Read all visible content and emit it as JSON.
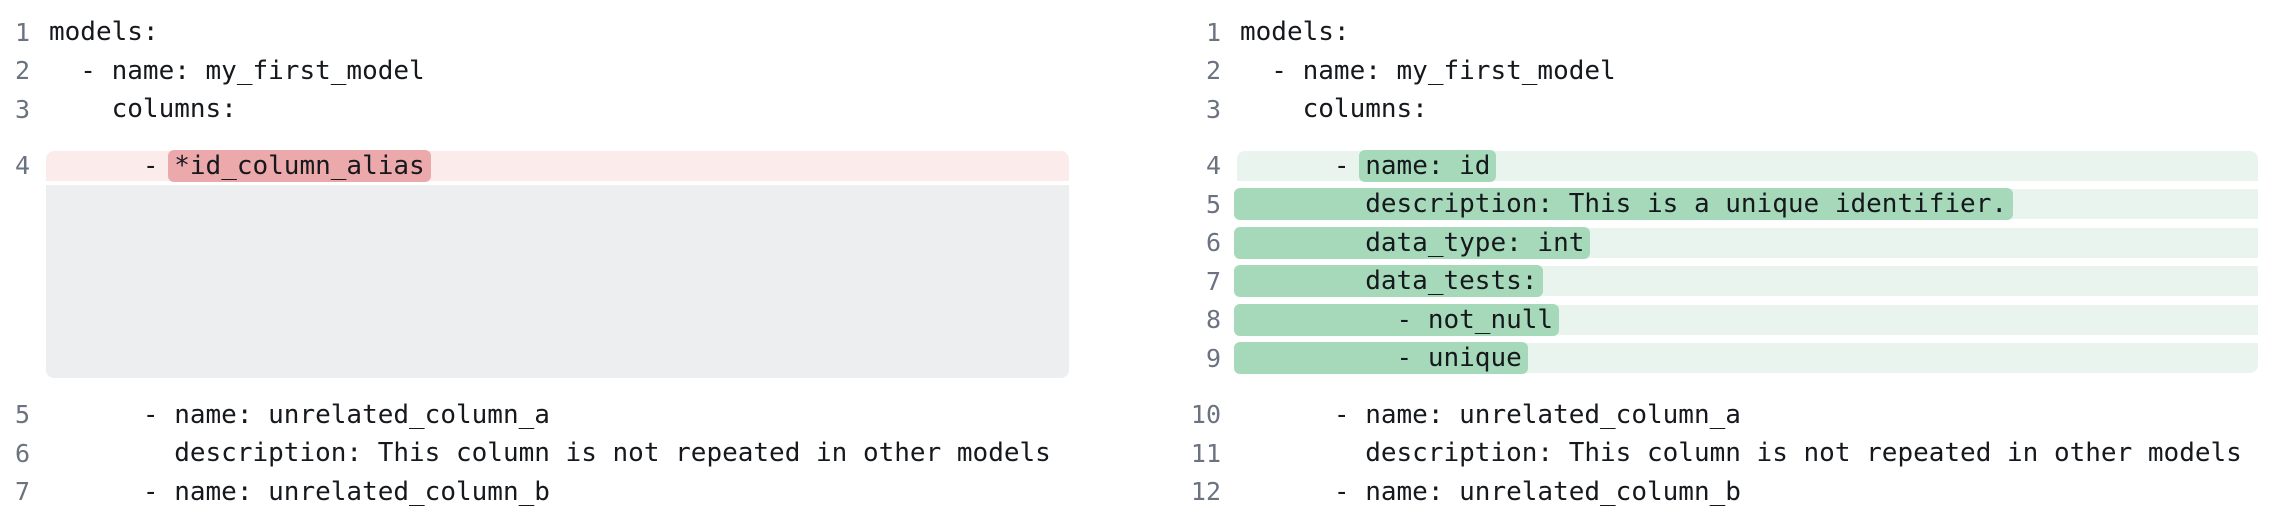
{
  "view": {
    "kind": "side-by-side-yaml-diff",
    "colors": {
      "background": "#ffffff",
      "code_text_color": "#15181c",
      "line_number_color": "#6b7280",
      "removed_line_bg": "#fcebeb",
      "removed_token_bg": "#eba9ab",
      "added_line_bg": "#eaf4ee",
      "added_token_bg": "#a6d8ba",
      "spacer_bg": "#eceef0"
    },
    "left_pane": {
      "sections": [
        {
          "kind": "plain",
          "lines": [
            {
              "num": "1",
              "segments": [
                {
                  "text": "models:"
                }
              ]
            },
            {
              "num": "2",
              "segments": [
                {
                  "text": "  - name: my_first_model"
                }
              ]
            },
            {
              "num": "3",
              "segments": [
                {
                  "text": "    columns:"
                }
              ]
            }
          ]
        },
        {
          "kind": "chunk",
          "variant": "removed",
          "lines": [
            {
              "num": "4",
              "segments": [
                {
                  "text": "      - "
                },
                {
                  "text": "*id_column_alias",
                  "mark": true
                }
              ]
            }
          ],
          "spacer_rows": 5
        },
        {
          "kind": "plain",
          "lines": [
            {
              "num": "5",
              "segments": [
                {
                  "text": "      - name: unrelated_column_a"
                }
              ]
            },
            {
              "num": "6",
              "segments": [
                {
                  "text": "        description: This column is not repeated in other models"
                }
              ]
            },
            {
              "num": "7",
              "segments": [
                {
                  "text": "      - name: unrelated_column_b"
                }
              ]
            }
          ]
        }
      ]
    },
    "right_pane": {
      "sections": [
        {
          "kind": "plain",
          "lines": [
            {
              "num": "1",
              "segments": [
                {
                  "text": "models:"
                }
              ]
            },
            {
              "num": "2",
              "segments": [
                {
                  "text": "  - name: my_first_model"
                }
              ]
            },
            {
              "num": "3",
              "segments": [
                {
                  "text": "    columns:"
                }
              ]
            }
          ]
        },
        {
          "kind": "chunk",
          "variant": "added",
          "lines": [
            {
              "num": "4",
              "segments": [
                {
                  "text": "      - "
                },
                {
                  "text": "name: id",
                  "mark": true
                }
              ]
            },
            {
              "num": "5",
              "segments": [
                {
                  "text": "        description: This is a unique identifier.",
                  "mark": true
                }
              ]
            },
            {
              "num": "6",
              "segments": [
                {
                  "text": "        data_type: int",
                  "mark": true
                }
              ]
            },
            {
              "num": "7",
              "segments": [
                {
                  "text": "        data_tests:",
                  "mark": true
                }
              ]
            },
            {
              "num": "8",
              "segments": [
                {
                  "text": "          - not_null",
                  "mark": true
                }
              ]
            },
            {
              "num": "9",
              "segments": [
                {
                  "text": "          - unique",
                  "mark": true
                }
              ]
            }
          ],
          "spacer_rows": 0
        },
        {
          "kind": "plain",
          "lines": [
            {
              "num": "10",
              "segments": [
                {
                  "text": "      - name: unrelated_column_a"
                }
              ]
            },
            {
              "num": "11",
              "segments": [
                {
                  "text": "        description: This column is not repeated in other models"
                }
              ]
            },
            {
              "num": "12",
              "segments": [
                {
                  "text": "      - name: unrelated_column_b"
                }
              ]
            }
          ]
        }
      ]
    }
  }
}
